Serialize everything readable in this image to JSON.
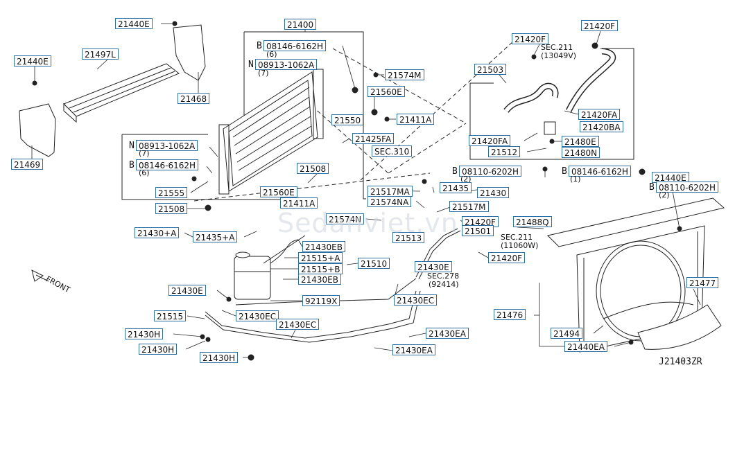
{
  "diagram_code": "J21403ZR",
  "watermark": "Sedanviet.vn",
  "front_label": "FRONT",
  "labels": {
    "p21440E_a": "21440E",
    "p21400": "21400",
    "p21420F_a": "21420F",
    "p21420F_b": "21420F",
    "p21440E_b": "21440E",
    "p21497L": "21497L",
    "b08146_1": "08146-6162H",
    "b08913_1": "08913-1062A",
    "p21574M": "21574M",
    "p21503": "21503",
    "p21560E_a": "21560E",
    "p21468": "21468",
    "p21550": "21550",
    "p21411A_a": "21411A",
    "p21420FA_a": "21420FA",
    "p21420BA": "21420BA",
    "p21425FA": "21425FA",
    "sec310": "SEC.310",
    "p21420FA_b": "21420FA",
    "p21480E": "21480E",
    "p21512": "21512",
    "p21480N": "21480N",
    "b08913_2": "08913-1062A",
    "b08146_2": "08146-6162H",
    "p21469": "21469",
    "p21508_a": "21508",
    "b08110_1": "08110-6202H",
    "b08146_3": "08146-6162H",
    "p21440E_c": "21440E",
    "p21555": "21555",
    "p21560E_b": "21560E",
    "p21517MA": "21517MA",
    "p21435": "21435",
    "p21430": "21430",
    "b08110_2": "08110-6202H",
    "p21574NA": "21574NA",
    "p21411A_b": "21411A",
    "p21508_b": "21508",
    "p21517M": "21517M",
    "p21574N": "21574N",
    "p21420F_c": "21420F",
    "p21488Q": "21488Q",
    "p21501": "21501",
    "p21430A": "21430+A",
    "p21435A": "21435+A",
    "p21513": "21513",
    "p21430EB_a": "21430EB",
    "p21515A": "21515+A",
    "p21420F_d": "21420F",
    "p21510": "21510",
    "p21515B": "21515+B",
    "p21430E_a": "21430E",
    "p21430EB_b": "21430EB",
    "p21477": "21477",
    "p21430E_b": "21430E",
    "p92119X": "92119X",
    "p21430EC_a": "21430EC",
    "p21515": "21515",
    "p21430EC_b": "21430EC",
    "p21476": "21476",
    "p21430EC_c": "21430EC",
    "p21430H_a": "21430H",
    "p21430EA_a": "21430EA",
    "p21494": "21494",
    "p21430H_b": "21430H",
    "p21440EA": "21440EA",
    "p21430EA_b": "21430EA",
    "p21430H_c": "21430H"
  },
  "notes": {
    "n6_a": "(6)",
    "n7_a": "(7)",
    "sec211_a": "SEC.211",
    "sec211_a_ref": "(13049V)",
    "n7_b": "(7)",
    "n6_b": "(6)",
    "n2_a": "(2)",
    "n1": "(1)",
    "n2_b": "(2)",
    "sec211_b": "SEC.211",
    "sec211_b_ref": "(11060W)",
    "sec278": "SEC.278",
    "sec278_ref": "(92414)"
  },
  "bolt_marks": {
    "B": "B",
    "N": "N"
  },
  "colors": {
    "label_border": "#2d6fa3",
    "line": "#222222"
  }
}
